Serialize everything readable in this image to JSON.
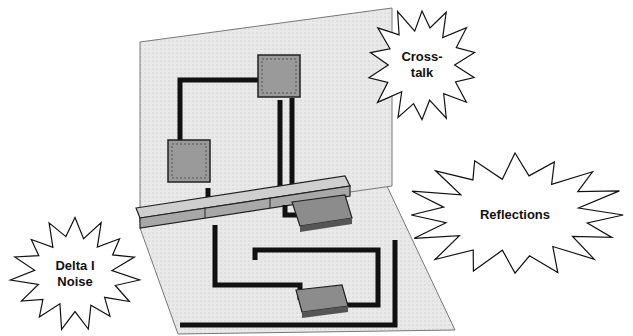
{
  "diagram": {
    "nodes": [
      {
        "text": [
          "Cross- talk"
        ]
      },
      {
        "text": [
          "Reflections"
        ]
      },
      {
        "text": [
          "Delta I Noise"
        ]
      }
    ]
  }
}
